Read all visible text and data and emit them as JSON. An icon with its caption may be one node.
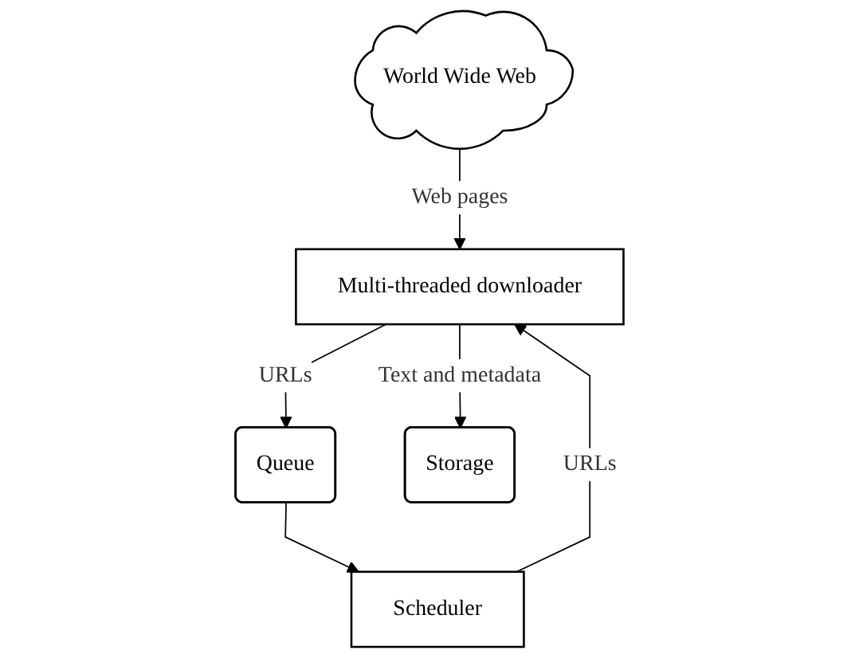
{
  "diagram": {
    "nodes": [
      {
        "text": [
          "World Wide Web"
        ]
      },
      {
        "text": [
          "Scheduler"
        ]
      },
      {
        "text": [
          "Multi-threaded downloader"
        ]
      },
      {
        "text": [
          "Queue"
        ]
      },
      {
        "text": [
          "Storage"
        ]
      }
    ],
    "edges": [
      {
        "from": 0,
        "to": 2,
        "arrow": "to",
        "label": "Web pages"
      },
      {
        "from": 1,
        "to": 2,
        "arrow": "to",
        "label": "URLs"
      },
      {
        "from": 2,
        "to": 3,
        "arrow": "to",
        "label": "URLs"
      },
      {
        "from": 3,
        "to": 1,
        "arrow": "to"
      },
      {
        "from": 2,
        "to": 4,
        "arrow": "to",
        "label": "Text and metadata"
      }
    ]
  }
}
